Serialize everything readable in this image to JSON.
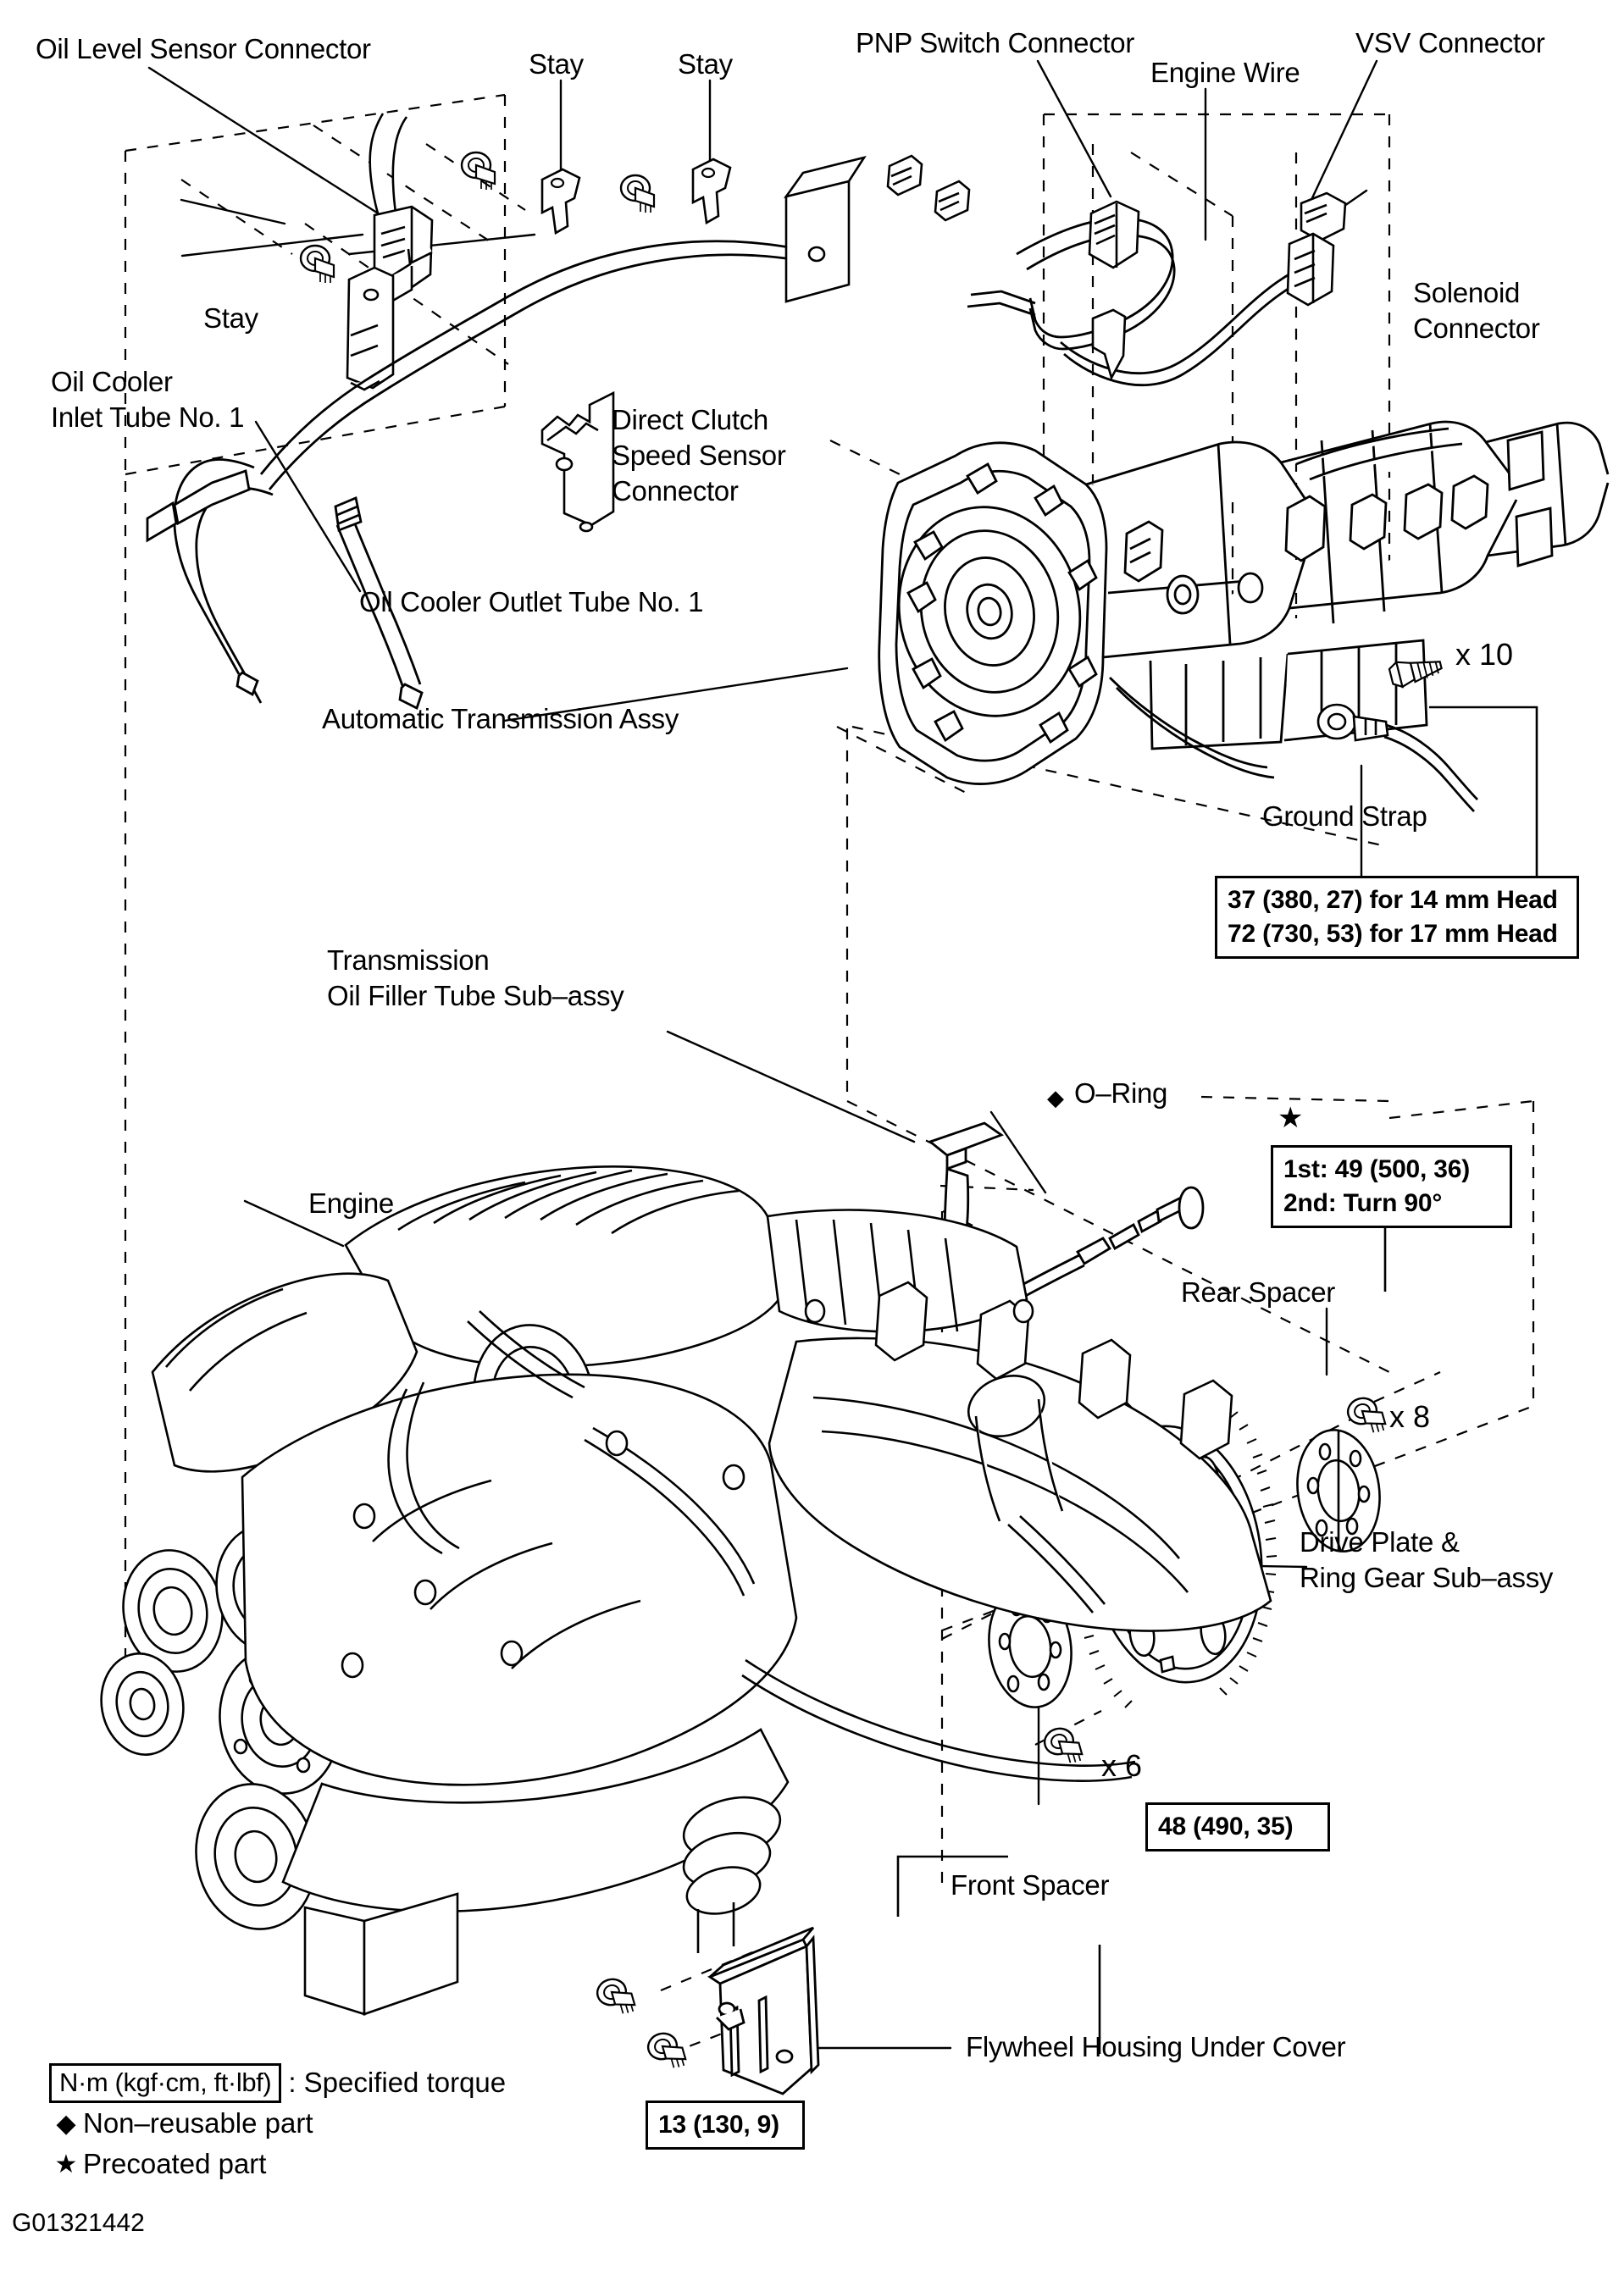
{
  "diagram": {
    "image_id": "G01321442",
    "title": "Automatic Transmission Assy exploded view"
  },
  "labels": {
    "oil_level_sensor_connector": "Oil Level Sensor Connector",
    "stay_1": "Stay",
    "stay_2": "Stay",
    "stay_3": "Stay",
    "pnp_switch_connector": "PNP Switch Connector",
    "engine_wire": "Engine Wire",
    "vsv_connector": "VSV Connector",
    "solenoid_connector": "Solenoid\nConnector",
    "oil_cooler_inlet_tube": "Oil Cooler\nInlet Tube No. 1",
    "direct_clutch_speed_sensor_connector": "Direct Clutch\nSpeed Sensor\nConnector",
    "oil_cooler_outlet_tube": "Oil Cooler Outlet Tube No. 1",
    "automatic_transmission_assy": "Automatic Transmission Assy",
    "ground_strap": "Ground Strap",
    "transmission_oil_filler_tube": "Transmission\nOil Filler Tube Sub–assy",
    "o_ring": "O–Ring",
    "engine": "Engine",
    "rear_spacer": "Rear Spacer",
    "drive_plate_ring_gear": "Drive Plate &\nRing Gear Sub–assy",
    "front_spacer": "Front Spacer",
    "flywheel_housing_under_cover": "Flywheel Housing Under Cover"
  },
  "quantities": {
    "transmission_bolts": "x 10",
    "rear_spacer_bolts": "x 8",
    "front_spacer_bolts": "x 6"
  },
  "marks": {
    "precoated_star": "★",
    "non_reusable_diamond": "◆"
  },
  "torque_specs": {
    "transmission_bolts": "37 (380, 27) for 14 mm Head\n72 (730, 53) for 17 mm Head",
    "drive_plate_precoated": "1st: 49 (500, 36)\n2nd: Turn 90°",
    "rear_spacer": "48 (490, 35)",
    "under_cover": "13 (130, 9)"
  },
  "legend": {
    "unit_box": "N·m (kgf·cm, ft·lbf)",
    "unit_desc": ": Specified torque",
    "non_reusable_symbol": "◆",
    "non_reusable_text": "Non–reusable part",
    "precoated_symbol": "★",
    "precoated_text": "Precoated part"
  },
  "colors": {
    "line": "#000000",
    "background": "#ffffff"
  }
}
